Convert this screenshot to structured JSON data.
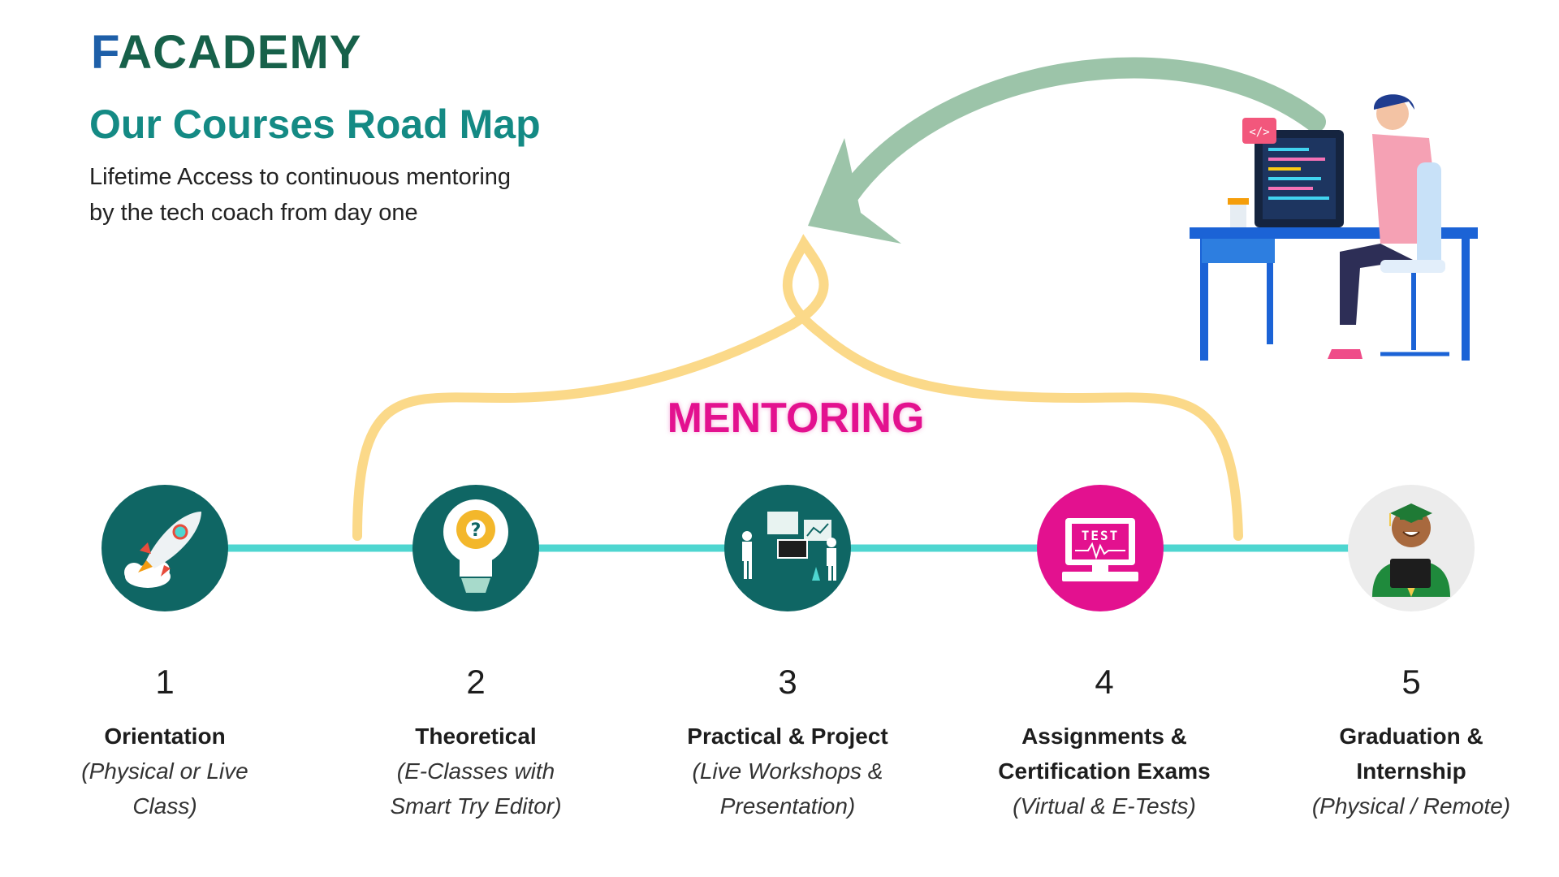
{
  "logo": {
    "f": "F",
    "rest": "ACADEMY"
  },
  "title": "Our Courses Road Map",
  "subtitle_line1": "Lifetime Access to continuous mentoring",
  "subtitle_line2": "by the tech coach from day one",
  "mentoring_label": "MENTORING",
  "test_screen_text": "TEST",
  "colors": {
    "teal": "#0f6664",
    "timeline": "#4ed6d0",
    "bracket": "#fbd989",
    "arrow": "#9cc4a9",
    "magenta": "#e3118f",
    "title": "#148a84"
  },
  "steps": [
    {
      "num": "1",
      "name": "Orientation",
      "desc_line1": "(Physical or Live",
      "desc_line2": "Class)",
      "icon": "rocket-icon"
    },
    {
      "num": "2",
      "name": "Theoretical",
      "desc_line1": "(E-Classes with",
      "desc_line2": "Smart Try Editor)",
      "icon": "lightbulb-gear-icon"
    },
    {
      "num": "3",
      "name": "Practical & Project",
      "desc_line1": "(Live Workshops &",
      "desc_line2": "Presentation)",
      "icon": "workshop-icon"
    },
    {
      "num": "4",
      "name_line1": "Assignments &",
      "name_line2": "Certification Exams",
      "desc_line1": "(Virtual & E-Tests)",
      "icon": "test-monitor-icon"
    },
    {
      "num": "5",
      "name_line1": "Graduation &",
      "name_line2": "Internship",
      "desc_line1": "(Physical / Remote)",
      "icon": "graduate-icon"
    }
  ]
}
